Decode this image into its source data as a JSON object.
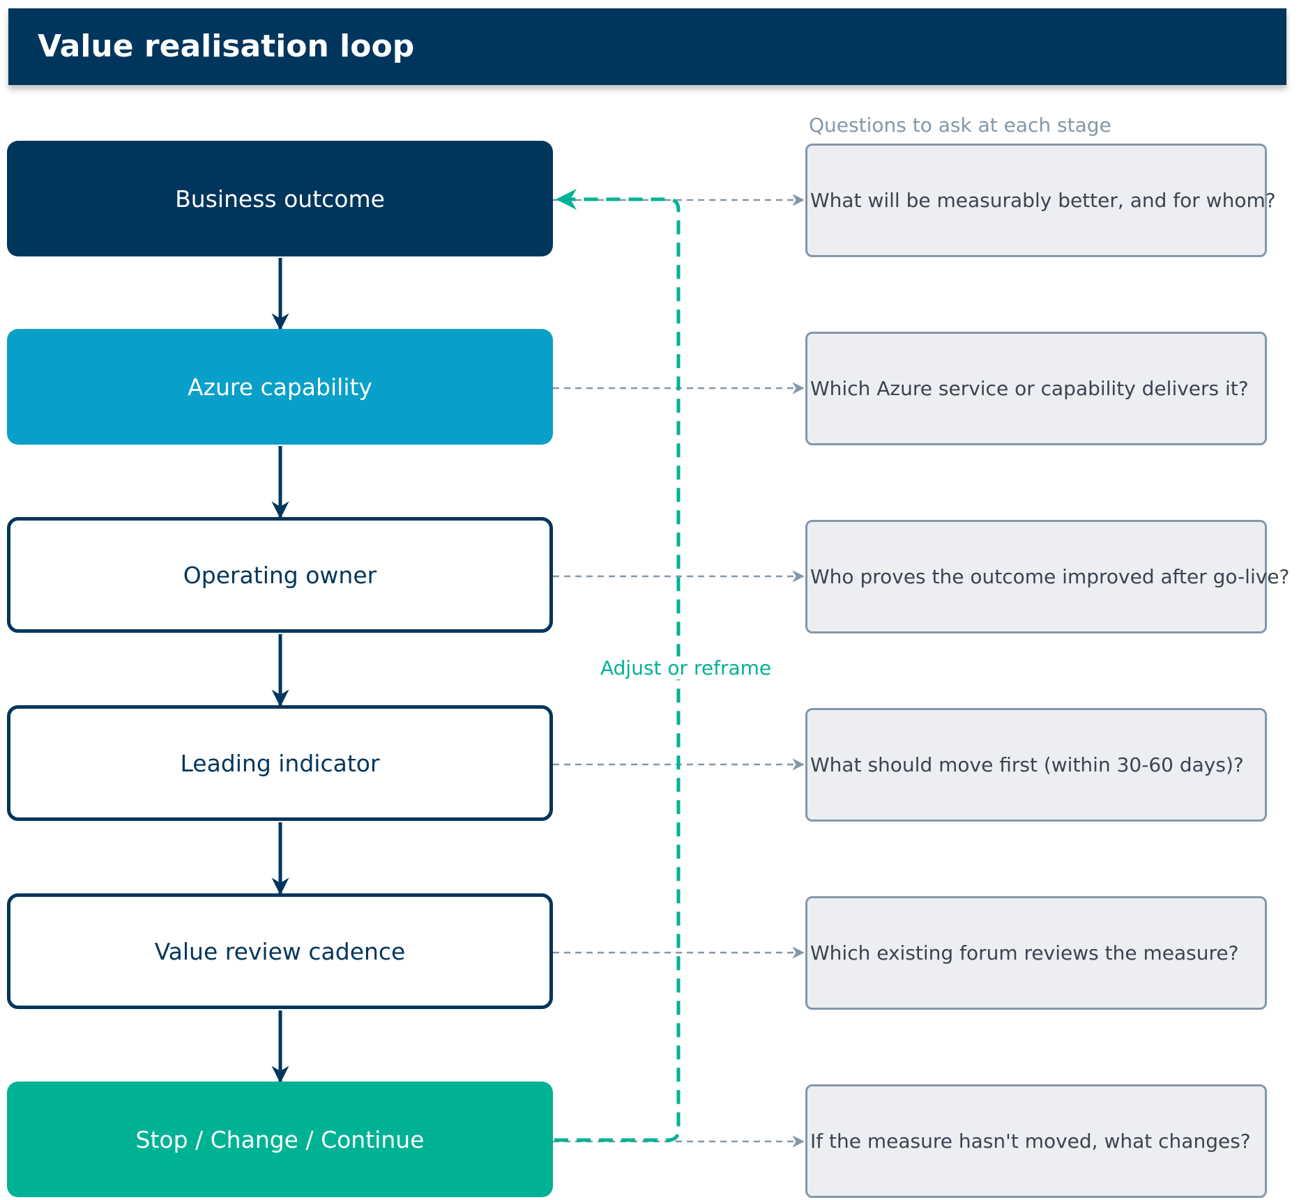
{
  "title": "Value realisation loop",
  "questions_heading": "Questions to ask at each stage",
  "loop_label": "Adjust or reframe",
  "colors": {
    "navy": "#00365c",
    "azure": "#08a0c8",
    "teal": "#00b294",
    "question_fill": "#eceef2",
    "question_border": "#8497a8",
    "white": "#ffffff"
  },
  "stages": [
    {
      "label": "Business outcome",
      "style": "filled",
      "color": "#00365c"
    },
    {
      "label": "Azure capability",
      "style": "filled",
      "color": "#08a0c8"
    },
    {
      "label": "Operating owner",
      "style": "outlined",
      "color": "#ffffff"
    },
    {
      "label": "Leading indicator",
      "style": "outlined",
      "color": "#ffffff"
    },
    {
      "label": "Value review cadence",
      "style": "outlined",
      "color": "#ffffff"
    },
    {
      "label": "Stop / Change / Continue",
      "style": "filled",
      "color": "#00b294"
    }
  ],
  "questions": [
    "What will be measurably better, and for whom?",
    "Which Azure service or capability delivers it?",
    "Who proves the outcome improved after go-live?",
    "What should move first (within 30-60 days)?",
    "Which existing forum reviews the measure?",
    "If the measure hasn't moved, what changes?"
  ]
}
